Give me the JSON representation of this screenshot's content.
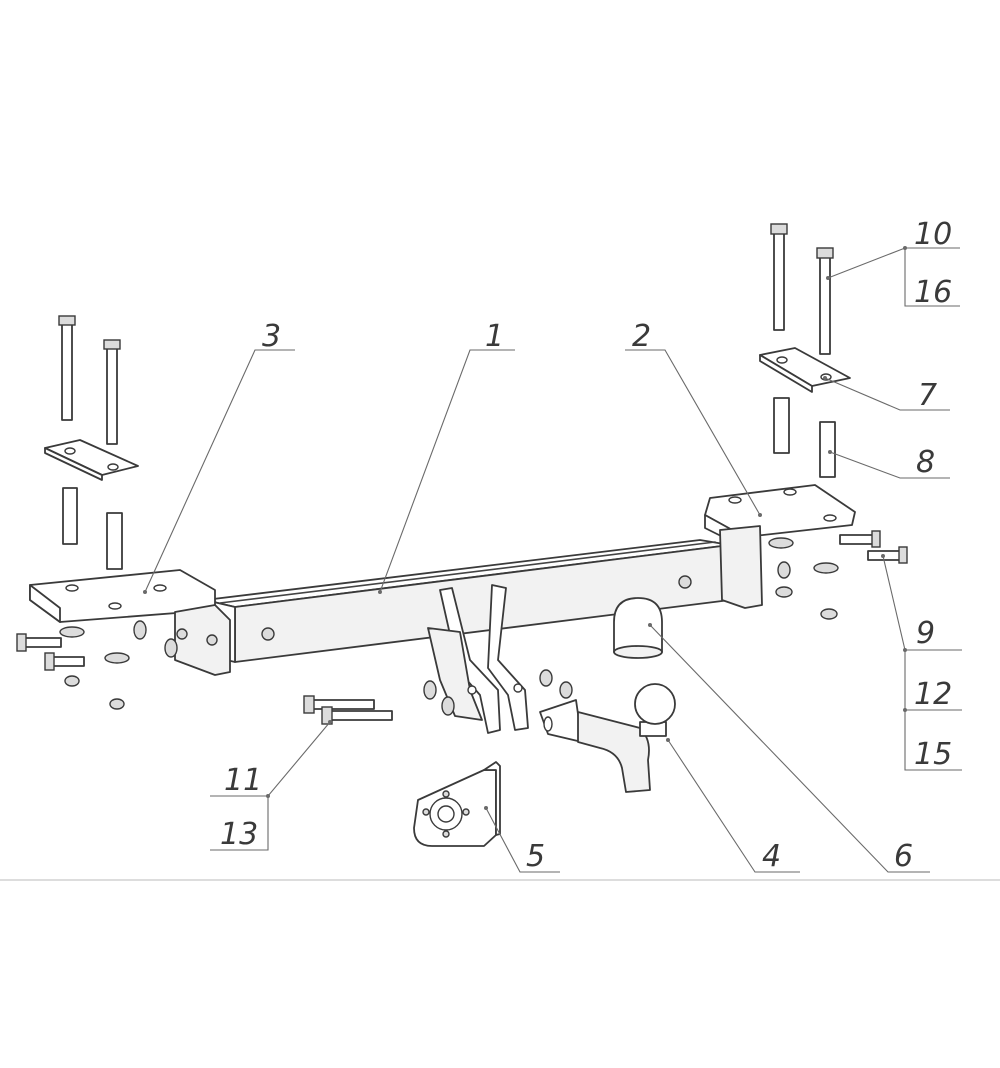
{
  "callouts": {
    "c1": "1",
    "c2": "2",
    "c3": "3",
    "c4": "4",
    "c5": "5",
    "c6": "6",
    "c7": "7",
    "c8": "8",
    "c9": "9",
    "c10": "10",
    "c11": "11",
    "c12": "12",
    "c13": "13",
    "c15": "15",
    "c16": "16"
  }
}
